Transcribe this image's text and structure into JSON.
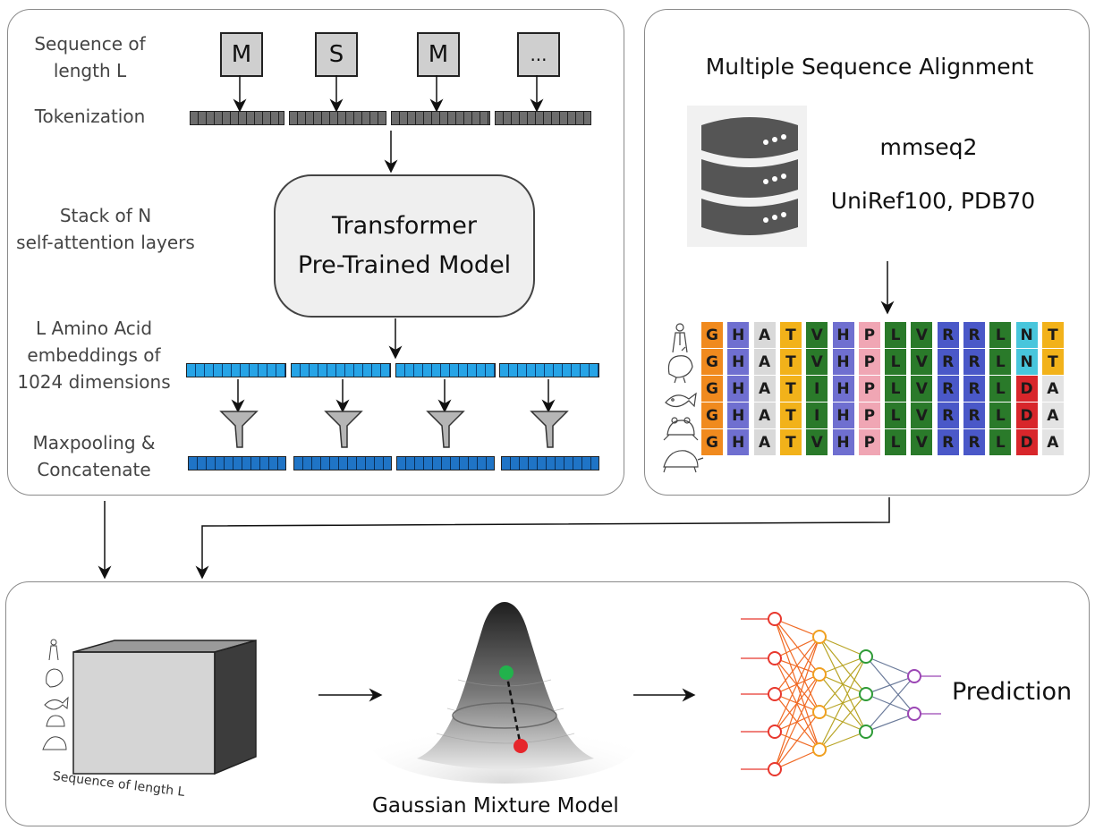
{
  "top_left": {
    "labels": {
      "sequence": "Sequence of\nlength L",
      "tokenization": "Tokenization",
      "stack": "Stack of N\nself-attention layers",
      "embeddings": "L Amino Acid\nembeddings of\n1024 dimensions",
      "pooling": "Maxpooling &\nConcatenate"
    },
    "tokens": [
      "M",
      "S",
      "M",
      "..."
    ],
    "transformer": {
      "line1": "Transformer",
      "line2": "Pre-Trained Model"
    }
  },
  "top_right": {
    "title": "Multiple Sequence Alignment",
    "tool": "mmseq2",
    "databases": "UniRef100, PDB70",
    "alignment": {
      "rows": [
        [
          "G",
          "H",
          "A",
          "T",
          "V",
          "H",
          "P",
          "L",
          "V",
          "R",
          "R",
          "L",
          "N",
          "T"
        ],
        [
          "G",
          "H",
          "A",
          "T",
          "V",
          "H",
          "P",
          "L",
          "V",
          "R",
          "R",
          "L",
          "N",
          "T"
        ],
        [
          "G",
          "H",
          "A",
          "T",
          "I",
          "H",
          "P",
          "L",
          "V",
          "R",
          "R",
          "L",
          "D",
          "A"
        ],
        [
          "G",
          "H",
          "A",
          "T",
          "I",
          "H",
          "P",
          "L",
          "V",
          "R",
          "R",
          "L",
          "D",
          "A"
        ],
        [
          "G",
          "H",
          "A",
          "T",
          "V",
          "H",
          "P",
          "L",
          "V",
          "R",
          "R",
          "L",
          "D",
          "A"
        ]
      ],
      "colors": {
        "G": "#f08a1e",
        "H": "#6f6fd0",
        "A": "#d9d9d9",
        "T": "#f2b21a",
        "V": "#2a7a2a",
        "I": "#2a7a2a",
        "P": "#f0a6b4",
        "L": "#2a7a2a",
        "R": "#4a58c8",
        "N": "#48c6dc",
        "D": "#d8262b"
      },
      "organisms": [
        "human-icon",
        "chicken-icon",
        "fish-icon",
        "frog-icon",
        "turtle-icon"
      ]
    }
  },
  "bottom": {
    "cube_label": "Sequence of length L",
    "gmm_label": "Gaussian Mixture Model",
    "prediction": "Prediction"
  }
}
